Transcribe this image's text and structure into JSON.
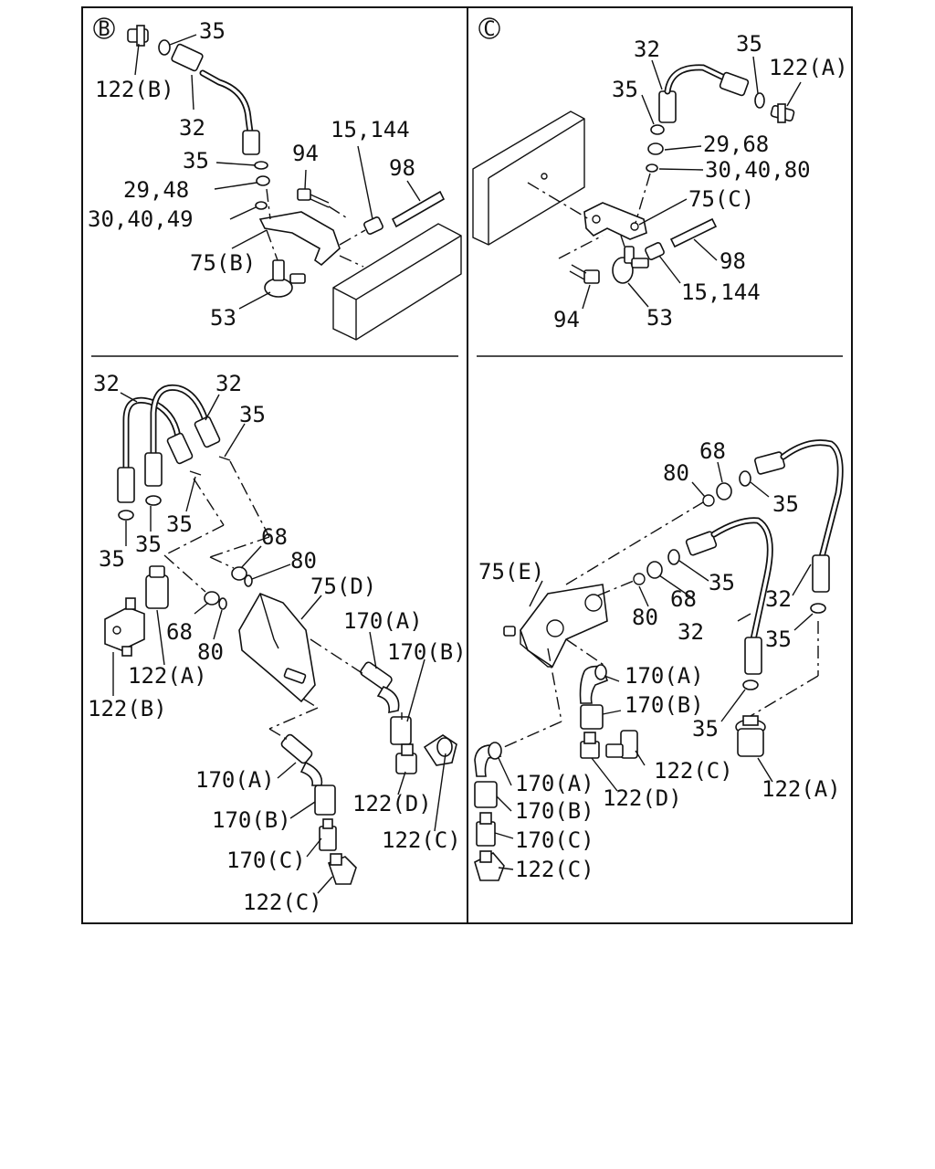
{
  "panels": {
    "b": {
      "marker": "B",
      "labels": {
        "l_35_a": "35",
        "l_122b": "122(B)",
        "l_32": "32",
        "l_35_b": "35",
        "l_29_48": "29,48",
        "l_30_40_49": "30,40,49",
        "l_94": "94",
        "l_15_144": "15,144",
        "l_98": "98",
        "l_75b": "75(B)",
        "l_53": "53"
      }
    },
    "c": {
      "marker": "C",
      "labels": {
        "l_32": "32",
        "l_35_a": "35",
        "l_122a": "122(A)",
        "l_35_b": "35",
        "l_29_68": "29,68",
        "l_30_40_80": "30,40,80",
        "l_75c": "75(C)",
        "l_98": "98",
        "l_15_144": "15,144",
        "l_94": "94",
        "l_53": "53"
      }
    },
    "d": {
      "labels": {
        "l_32_a": "32",
        "l_32_b": "32",
        "l_35_a": "35",
        "l_35_b": "35",
        "l_35_c": "35",
        "l_35_d": "35",
        "l_68_a": "68",
        "l_80_a": "80",
        "l_75d": "75(D)",
        "l_68_b": "68",
        "l_80_b": "80",
        "l_122a": "122(A)",
        "l_122b": "122(B)",
        "l_170a_a": "170(A)",
        "l_170b_a": "170(B)",
        "l_122d": "122(D)",
        "l_122c_a": "122(C)",
        "l_170a_b": "170(A)",
        "l_170b_b": "170(B)",
        "l_170c": "170(C)",
        "l_122c_b": "122(C)"
      }
    },
    "e": {
      "labels": {
        "l_80_a": "80",
        "l_68_a": "68",
        "l_35_a": "35",
        "l_75e": "75(E)",
        "l_35_b": "35",
        "l_80_b": "80",
        "l_68_b": "68",
        "l_32_a": "32",
        "l_32_b": "32",
        "l_35_c": "35",
        "l_35_d": "35",
        "l_170a_a": "170(A)",
        "l_170b_a": "170(B)",
        "l_122c_a": "122(C)",
        "l_122d": "122(D)",
        "l_122a": "122(A)",
        "l_170a_b": "170(A)",
        "l_170b_b": "170(B)",
        "l_170c": "170(C)",
        "l_122c_b": "122(C)"
      }
    }
  }
}
